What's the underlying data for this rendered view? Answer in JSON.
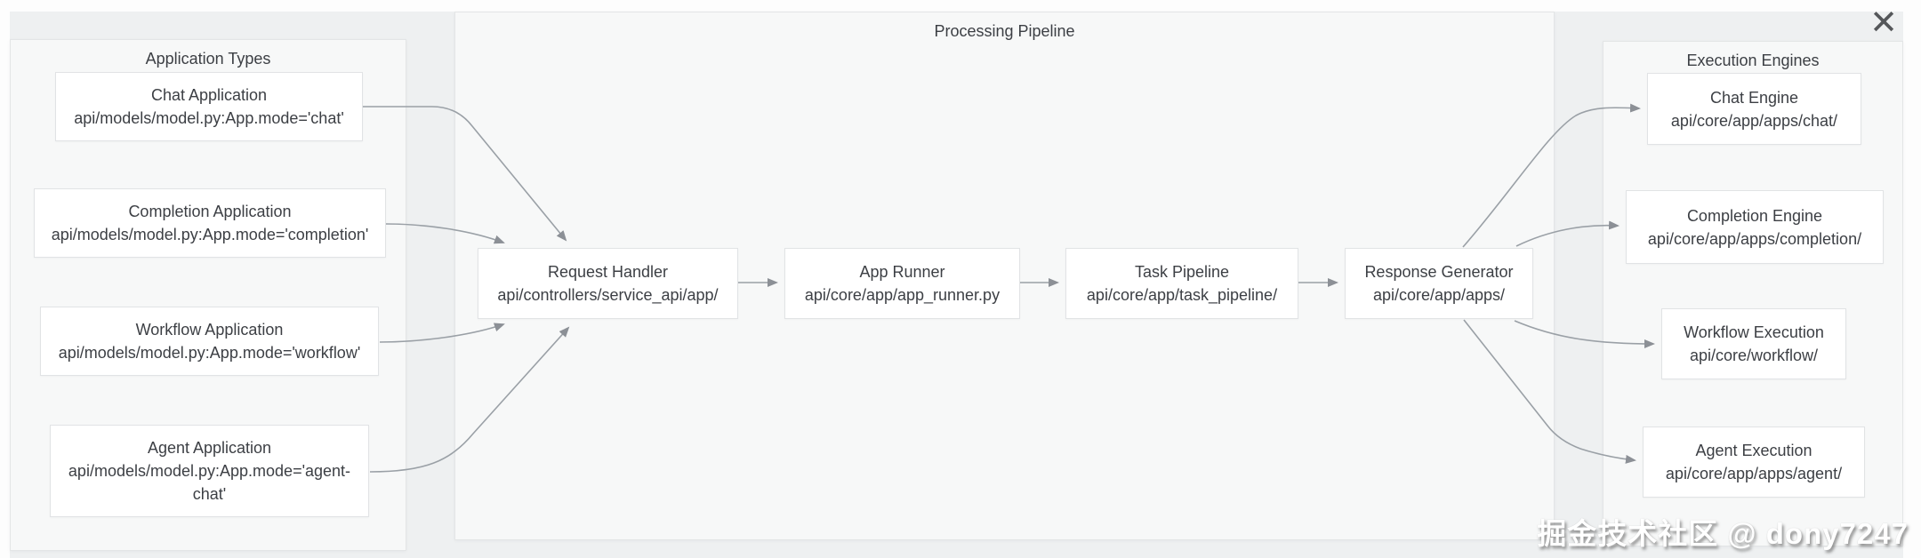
{
  "watermark": "掘金技术社区 @ dony7247",
  "icons": {
    "close": "✕"
  },
  "colors": {
    "backdrop": "#eef0f1",
    "panel_fill": "#f7f8f8",
    "panel_border": "#e3e5e6",
    "node_fill": "#ffffff",
    "node_border": "#e1e3e5",
    "text": "#3c3f44",
    "edge": "#9aa0a6",
    "close_icon": "#55575a"
  },
  "panels": [
    {
      "id": "application-types",
      "title": "Application Types",
      "nodes": [
        {
          "id": "chat-application",
          "title": "Chat Application",
          "path": "api/models/model.py:App.mode='chat'"
        },
        {
          "id": "completion-application",
          "title": "Completion Application",
          "path": "api/models/model.py:App.mode='completion'"
        },
        {
          "id": "workflow-application",
          "title": "Workflow Application",
          "path": "api/models/model.py:App.mode='workflow'"
        },
        {
          "id": "agent-application",
          "title": "Agent Application",
          "path": "api/models/model.py:App.mode='agent-chat'"
        }
      ]
    },
    {
      "id": "processing-pipeline",
      "title": "Processing Pipeline",
      "nodes": [
        {
          "id": "request-handler",
          "title": "Request Handler",
          "path": "api/controllers/service_api/app/"
        },
        {
          "id": "app-runner",
          "title": "App Runner",
          "path": "api/core/app/app_runner.py"
        },
        {
          "id": "task-pipeline",
          "title": "Task Pipeline",
          "path": "api/core/app/task_pipeline/"
        },
        {
          "id": "response-generator",
          "title": "Response Generator",
          "path": "api/core/app/apps/"
        }
      ]
    },
    {
      "id": "execution-engines",
      "title": "Execution Engines",
      "nodes": [
        {
          "id": "chat-engine",
          "title": "Chat Engine",
          "path": "api/core/app/apps/chat/"
        },
        {
          "id": "completion-engine",
          "title": "Completion Engine",
          "path": "api/core/app/apps/completion/"
        },
        {
          "id": "workflow-execution",
          "title": "Workflow Execution",
          "path": "api/core/workflow/"
        },
        {
          "id": "agent-execution",
          "title": "Agent Execution",
          "path": "api/core/app/apps/agent/"
        }
      ]
    }
  ],
  "edges": [
    {
      "from": "chat-application",
      "to": "request-handler"
    },
    {
      "from": "completion-application",
      "to": "request-handler"
    },
    {
      "from": "workflow-application",
      "to": "request-handler"
    },
    {
      "from": "agent-application",
      "to": "request-handler"
    },
    {
      "from": "request-handler",
      "to": "app-runner"
    },
    {
      "from": "app-runner",
      "to": "task-pipeline"
    },
    {
      "from": "task-pipeline",
      "to": "response-generator"
    },
    {
      "from": "response-generator",
      "to": "chat-engine"
    },
    {
      "from": "response-generator",
      "to": "completion-engine"
    },
    {
      "from": "response-generator",
      "to": "workflow-execution"
    },
    {
      "from": "response-generator",
      "to": "agent-execution"
    }
  ]
}
